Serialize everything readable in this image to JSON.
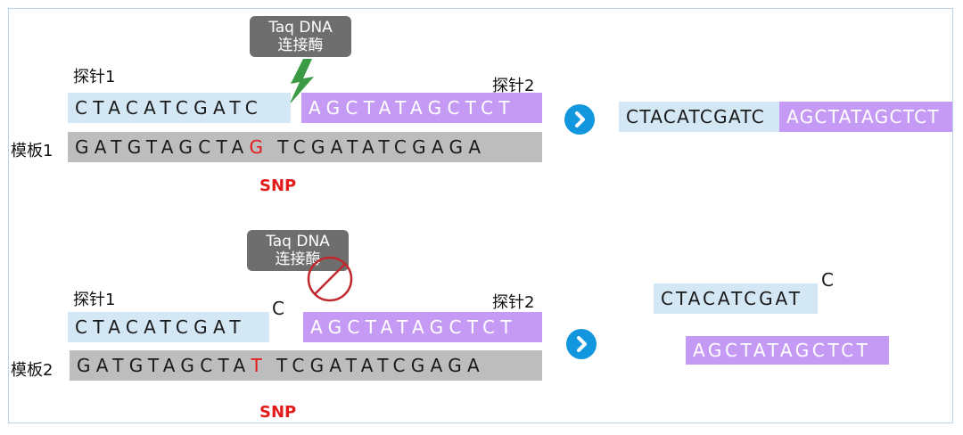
{
  "colors": {
    "probe1_bg": "#d4e7f5",
    "probe2_bg": "#c59af4",
    "template_bg": "#bdbdbd",
    "snp_red": "#e31b1b",
    "ligase_ok": "#3a9b44",
    "ligase_blocked": "#c0282d",
    "arrow": "#1296de"
  },
  "top": {
    "enzyme_line1": "Taq DNA",
    "enzyme_line2": "连接酶",
    "probe1_label": "探针1",
    "probe2_label": "探针2",
    "probe1_seq": "CTACATCGATC",
    "probe2_seq": "AGCTATAGCTCT",
    "template_label": "模板1",
    "template_left": "GATGTAGCTA",
    "template_snp": "G",
    "template_right": "TCGATATCGAGA",
    "snp_label": "SNP",
    "result_probe1": "CTACATCGATC",
    "result_probe2": "AGCTATAGCTCT"
  },
  "bottom": {
    "enzyme_line1": "Taq DNA",
    "enzyme_line2": "连接酶",
    "probe1_label": "探针1",
    "probe2_label": "探针2",
    "probe1_seq": "CTACATCGAT",
    "mismatch_base": "C",
    "probe2_seq": "AGCTATAGCTCT",
    "template_label": "模板2",
    "template_left": "GATGTAGCTA",
    "template_snp": "T",
    "template_right": "TCGATATCGAGA",
    "snp_label": "SNP",
    "result_probe1": "CTACATCGAT",
    "result_mismatch_base": "C",
    "result_probe2": "AGCTATAGCTCT"
  }
}
